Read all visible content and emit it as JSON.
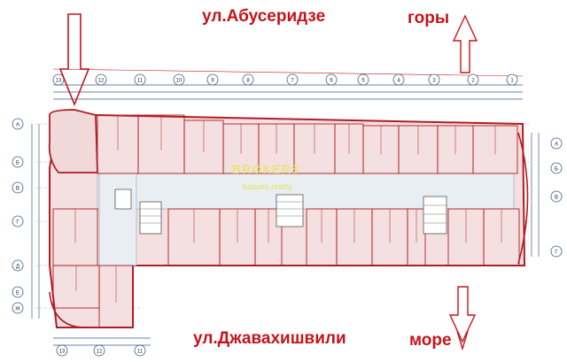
{
  "labels": {
    "street_top": "ул.Абусеридзе",
    "mountains": "горы",
    "street_bottom": "ул.Джавахишвили",
    "sea": "море"
  },
  "watermark": {
    "main": "BROKERS",
    "sub": "batumi.realty"
  },
  "axes": {
    "top_numbers": [
      "13",
      "12",
      "11",
      "10",
      "9",
      "8",
      "7",
      "6",
      "5",
      "4",
      "3",
      "2",
      "1"
    ],
    "left_letters": [
      "А",
      "Б",
      "В",
      "Г",
      "Д",
      "Е",
      "Ж"
    ],
    "right_letters": [
      "А",
      "Б",
      "В",
      "Г"
    ],
    "bottom_numbers": [
      "13",
      "12",
      "11"
    ]
  },
  "colors": {
    "label_red": "#c4141b",
    "wall": "#b01d24",
    "room_fill": "#f4e0e0",
    "corridor_fill": "#e9eef2",
    "grid": "#3a5a8c"
  },
  "arrows": {
    "top_left": "down-arrow-icon",
    "top_right": "up-arrow-icon",
    "bottom_center": "down-arrow-icon",
    "bottom_right": "down-arrow-icon"
  }
}
